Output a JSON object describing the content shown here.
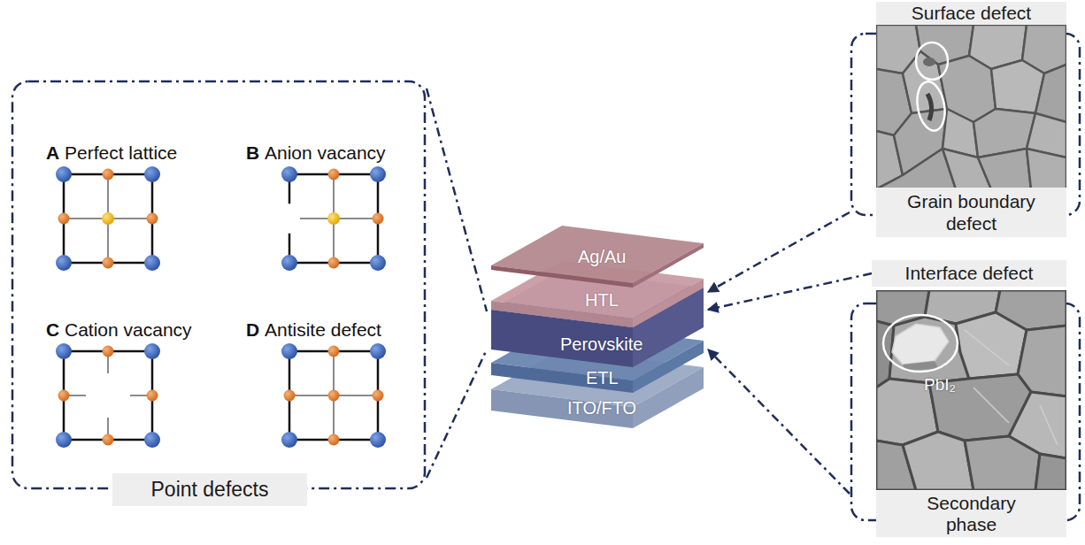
{
  "diagram": {
    "nodes": [
      {
        "text": [
          "Point defects"
        ]
      },
      {
        "text": [
          "Ag/Au"
        ]
      },
      {
        "text": [
          "HTL"
        ]
      },
      {
        "text": [
          "Perovskite"
        ]
      },
      {
        "text": [
          "ETL"
        ]
      },
      {
        "text": [
          "ITO/FTO"
        ]
      },
      {
        "text": [
          "Surface defect",
          "Grain boundary defect"
        ]
      },
      {
        "text": [
          "Interface defect"
        ]
      },
      {
        "text": [
          "Secondary phase"
        ]
      }
    ],
    "edges": [
      {
        "from": 0,
        "to": 3,
        "arrow": "none"
      },
      {
        "from": 0,
        "to": 3,
        "arrow": "none"
      },
      {
        "from": 6,
        "to": 3,
        "arrow": "to"
      },
      {
        "from": 7,
        "to": 2,
        "arrow": "to"
      },
      {
        "from": 8,
        "to": 3,
        "arrow": "to"
      }
    ],
    "labels": [
      "A",
      "Perfect lattice",
      "B",
      "Anion vacancy",
      "C",
      "Cation vacancy",
      "D",
      "Antisite defect",
      "PbI₂"
    ]
  }
}
